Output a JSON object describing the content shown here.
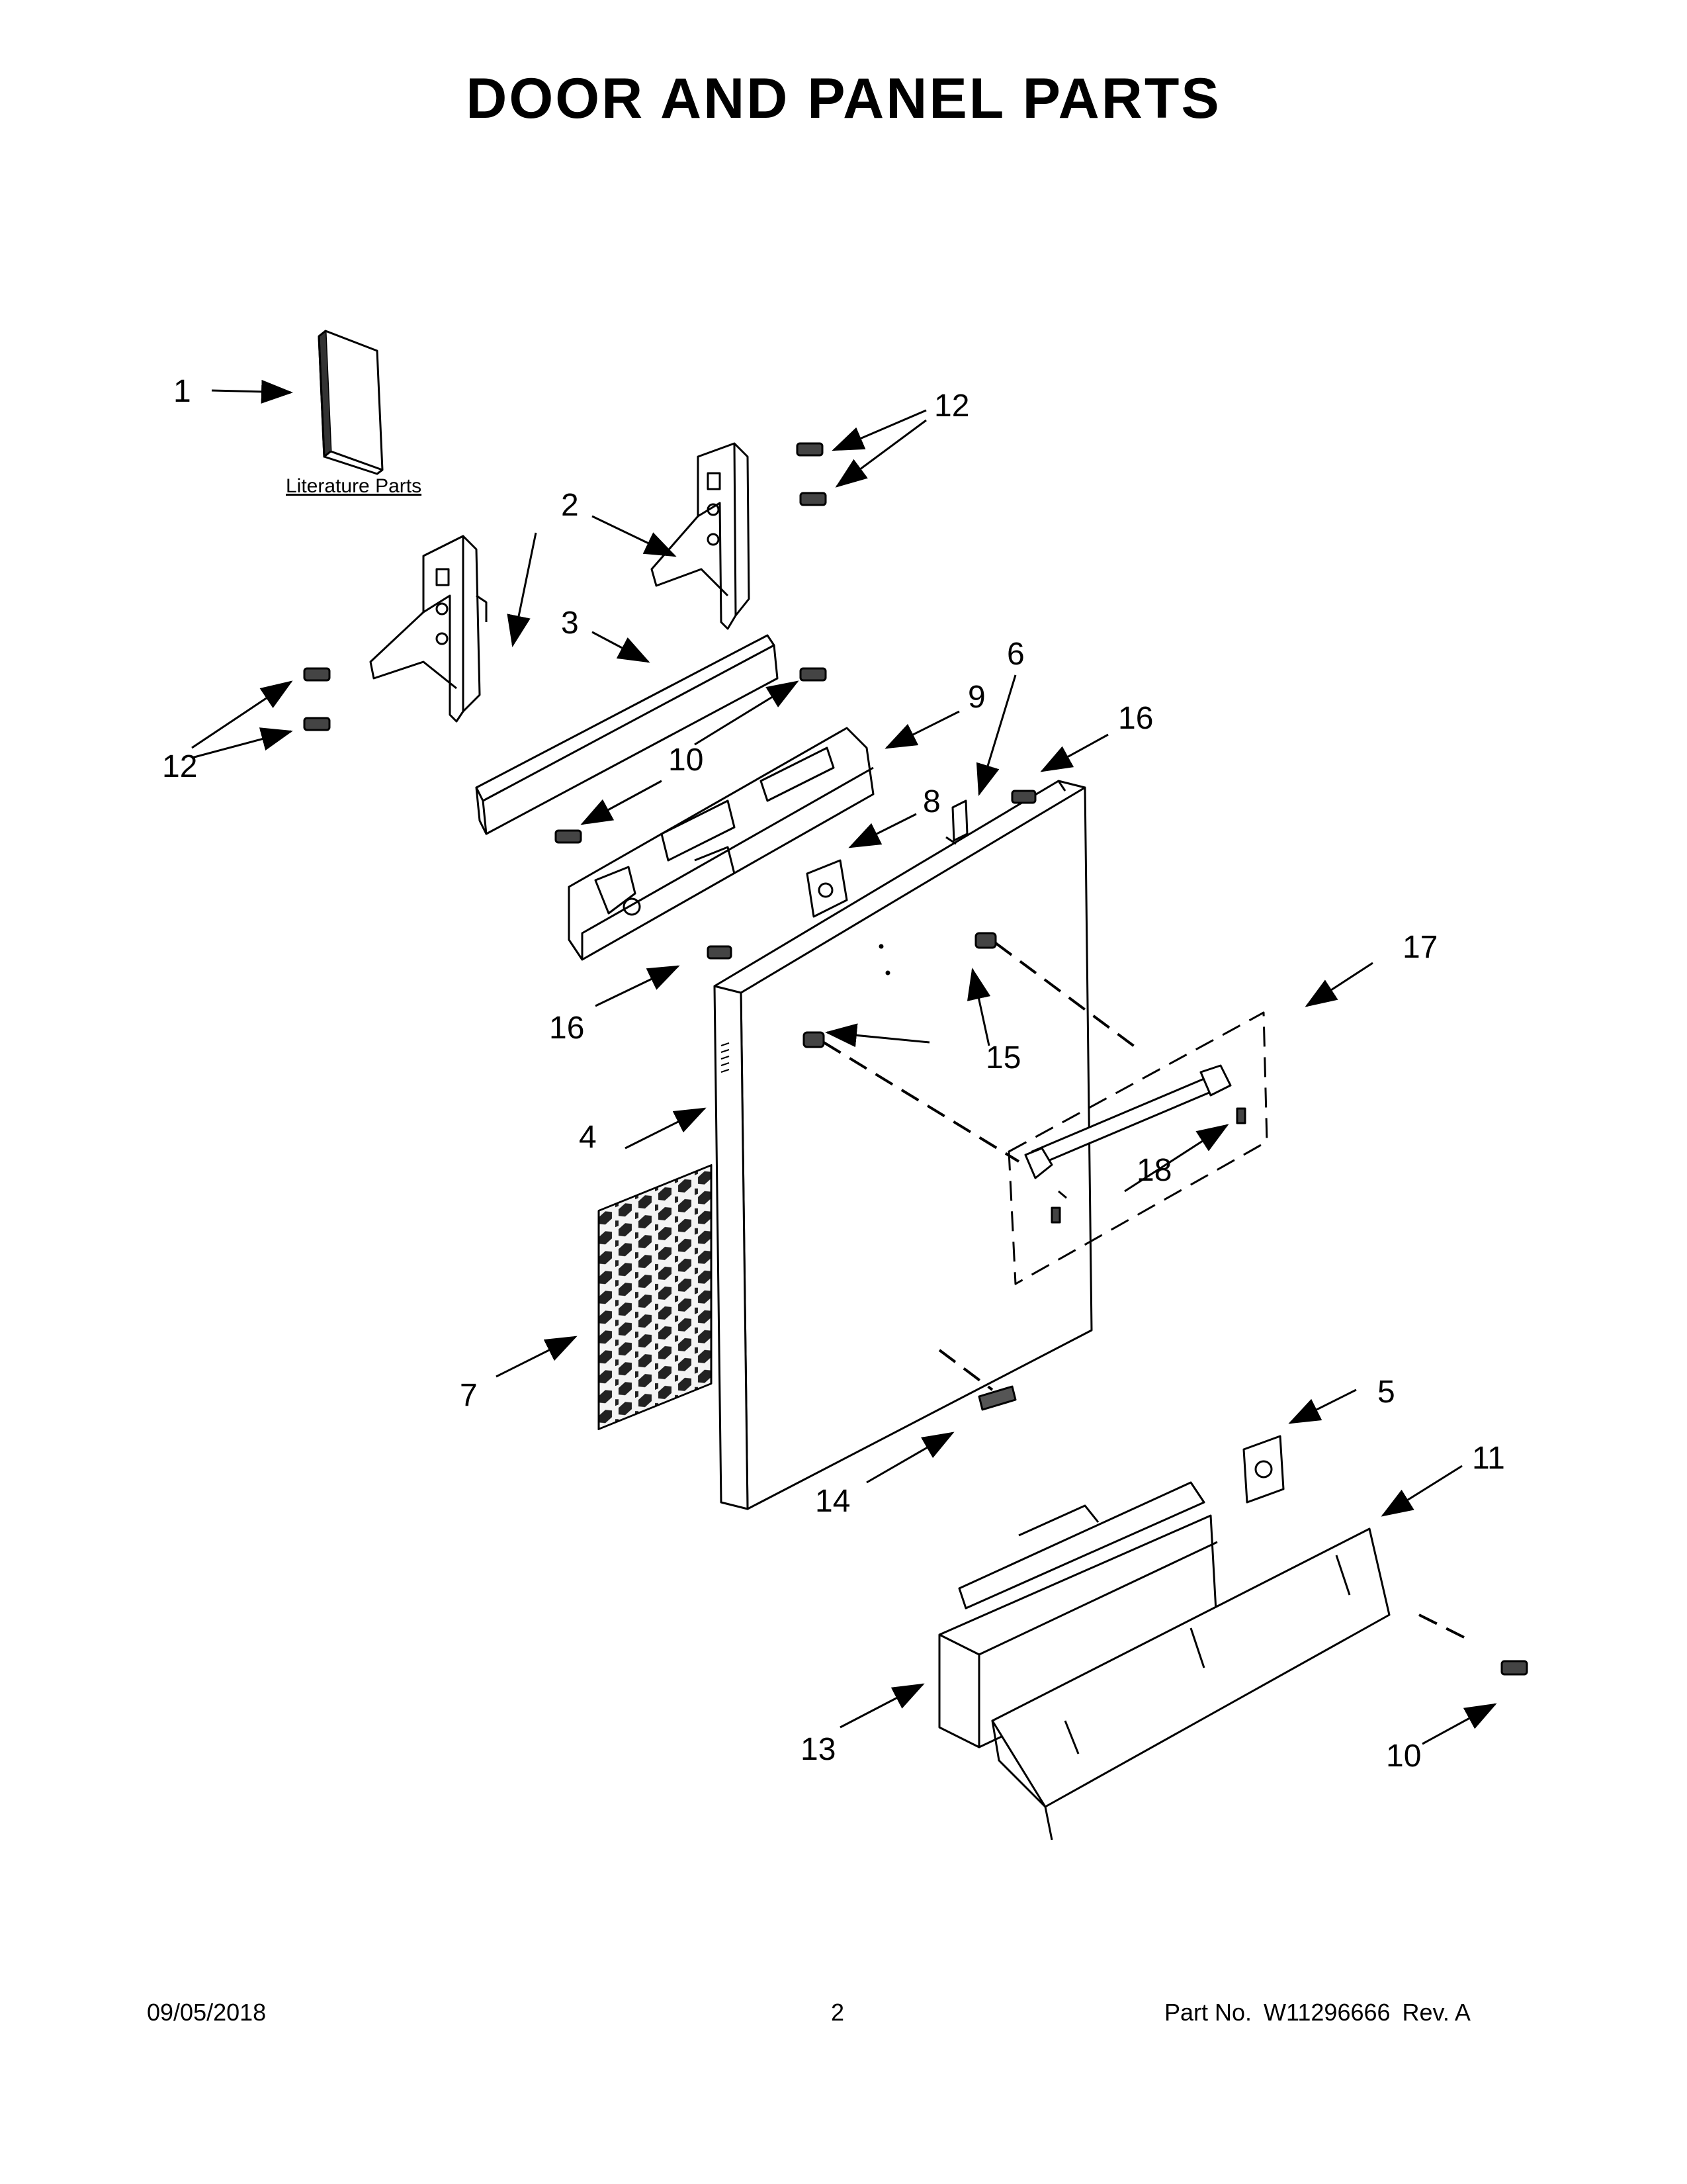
{
  "title": "DOOR AND PANEL PARTS",
  "literature_label": "Literature Parts",
  "callouts": [
    {
      "id": "c1",
      "text": "1"
    },
    {
      "id": "c2",
      "text": "2"
    },
    {
      "id": "c3",
      "text": "3"
    },
    {
      "id": "c4",
      "text": "4"
    },
    {
      "id": "c5",
      "text": "5"
    },
    {
      "id": "c6",
      "text": "6"
    },
    {
      "id": "c7",
      "text": "7"
    },
    {
      "id": "c8",
      "text": "8"
    },
    {
      "id": "c9",
      "text": "9"
    },
    {
      "id": "c10a",
      "text": "10"
    },
    {
      "id": "c10b",
      "text": "10"
    },
    {
      "id": "c11",
      "text": "11"
    },
    {
      "id": "c12a",
      "text": "12"
    },
    {
      "id": "c12b",
      "text": "12"
    },
    {
      "id": "c13",
      "text": "13"
    },
    {
      "id": "c14",
      "text": "14"
    },
    {
      "id": "c15",
      "text": "15"
    },
    {
      "id": "c16a",
      "text": "16"
    },
    {
      "id": "c16b",
      "text": "16"
    },
    {
      "id": "c17",
      "text": "17"
    },
    {
      "id": "c18",
      "text": "18"
    }
  ],
  "footer": {
    "date": "09/05/2018",
    "page": "2",
    "part_label": "Part No.",
    "part_number": "W11296666",
    "rev": "Rev. A"
  }
}
